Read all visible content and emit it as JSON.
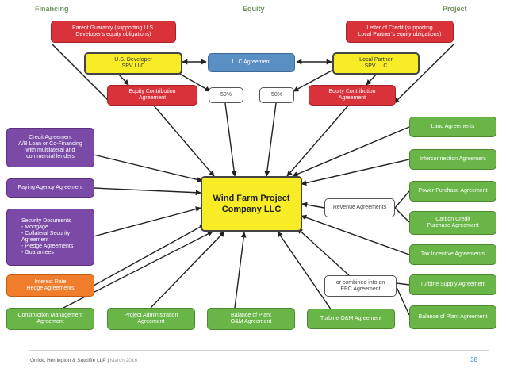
{
  "headers": {
    "financing": "Financing",
    "equity": "Equity",
    "project": "Project"
  },
  "boxes": {
    "parent_guaranty": "Parent Guaranty (supporting U.S.\nDeveloper's equity obligations)",
    "letter_of_credit": "Letter of Credit (supporting\nLocal Partner's equity obligations)",
    "us_developer": "U.S. Developer\nSPV LLC",
    "llc_agreement": "LLC Agreement",
    "local_partner": "Local Partner\nSPV LLC",
    "equity_contribution_left": "Equity Contribution\nAgreement",
    "pct_left": "50%",
    "pct_right": "50%",
    "equity_contribution_right": "Equity Contribution\nAgreement",
    "credit_agreement": "Credit Agreement\nA/B Loan or Co-Financing\nwith multilateral and\ncommercial lenders",
    "paying_agency": "Paying Agency Agreement",
    "security_documents": "Security Documents\n- Mortgage\n- Collateral Security\n  Agreement\n- Pledge Agreements\n- Guarantees",
    "interest_rate_hedge": "Interest Rate\nHedge Agreements",
    "construction_management": "Construction Management\nAgreement",
    "project_administration": "Project Administration\nAgreement",
    "balance_of_plant_om": "Balance of Plant\nO&M Agreement",
    "turbine_om": "Turbine O&M Agreement",
    "wind_farm": "Wind Farm Project\nCompany LLC",
    "revenue_agreements": "Revenue Agreements",
    "epc_agreement": "or combined into an\nEPC Agreement",
    "land_agreements": "Land Agreements",
    "interconnection": "Interconnection Agreement",
    "power_purchase": "Power Purchase Agreement",
    "carbon_credit": "Carbon Credit\nPurchase Agreement",
    "tax_incentive": "Tax Incentive Agreements",
    "turbine_supply": "Turbine Supply Agreement",
    "balance_of_plant": "Balance of Plant Agreement"
  },
  "colors": {
    "red": "#d9323a",
    "yellow": "#f7ec25",
    "blue": "#5a8fc4",
    "purple": "#7b4aa6",
    "orange": "#ef7d2c",
    "green": "#6ab547",
    "header": "#6f8f5a"
  },
  "footer": {
    "firm": "Orrick, Herrington & Sutcliffe LLP",
    "separator": "|",
    "date": "March 2016",
    "page": "38"
  }
}
